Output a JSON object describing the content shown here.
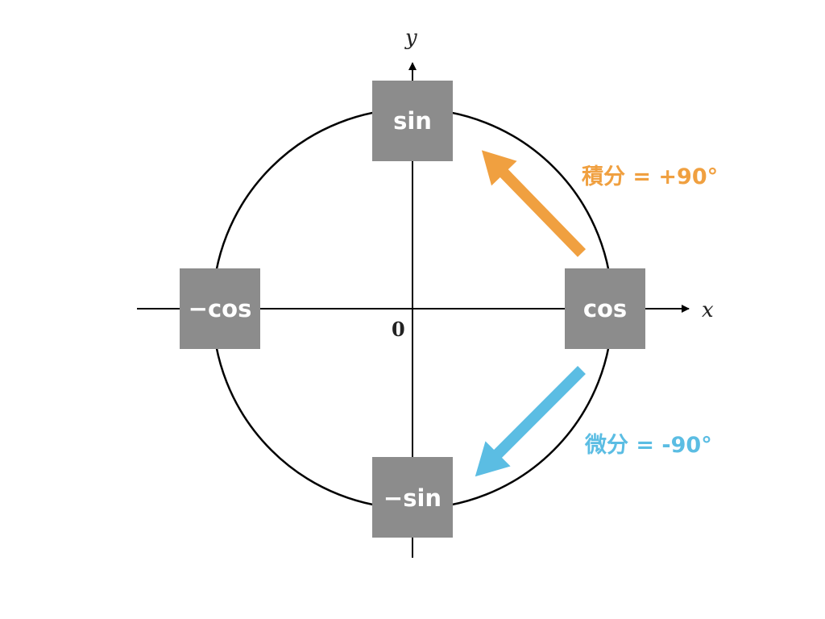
{
  "axes": {
    "x_label": "x",
    "y_label": "y",
    "origin_label": "0"
  },
  "nodes": {
    "top": "sin",
    "right": "cos",
    "bottom": "−sin",
    "left": "−cos"
  },
  "operations": {
    "integral": {
      "label": "積分 = +90°",
      "color": "#f0a040"
    },
    "derivative": {
      "label": "微分 = -90°",
      "color": "#5bbde3"
    }
  },
  "colors": {
    "node_fill": "#8c8c8c",
    "line": "#000000"
  }
}
